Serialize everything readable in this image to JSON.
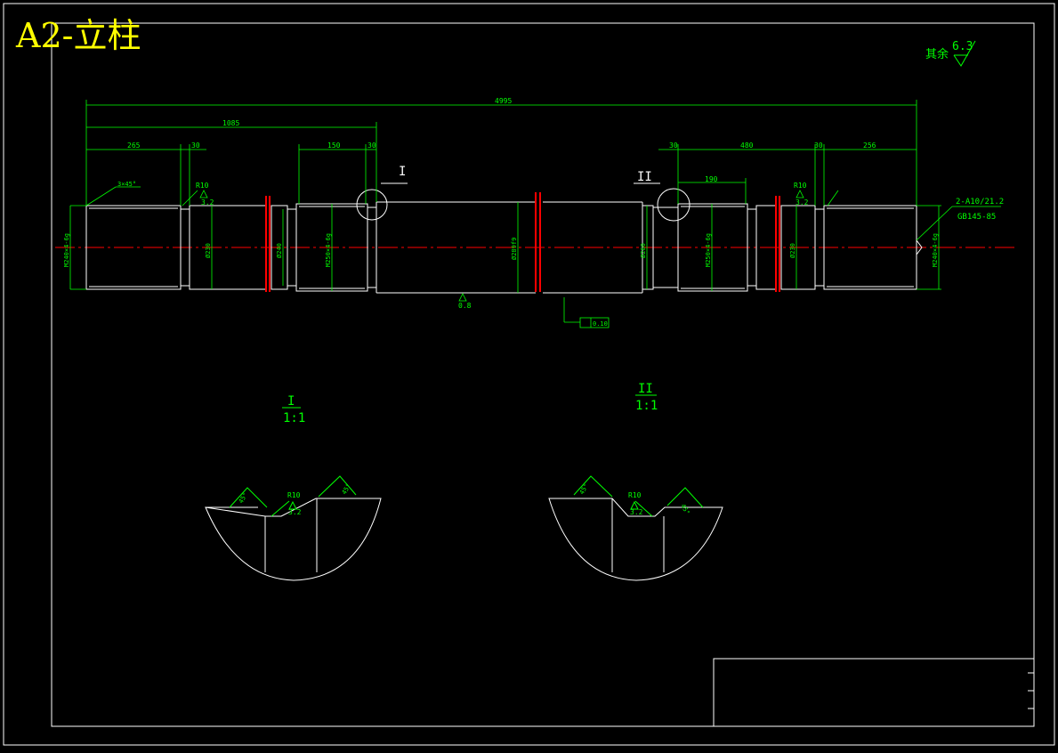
{
  "drawing_title": "A2-立柱",
  "roughness_note": {
    "prefix": "其余",
    "value": "6.3"
  },
  "colors": {
    "outline": "#ffffff",
    "dimension": "#00ff00",
    "centerline": "#ff0000",
    "title": "#ffff00"
  },
  "dimensions": {
    "overall": "4995",
    "left_block": "1085",
    "d265": "265",
    "d30_a": "30",
    "d150": "150",
    "d30_b": "30",
    "d30_c": "30",
    "d480": "480",
    "d190": "190",
    "d30_d": "30",
    "d256": "256"
  },
  "labels": {
    "chamfer_left": "3×45°",
    "r10_left": "R10",
    "ra_left": "3.2",
    "r10_right": "R10",
    "ra_right": "3.2",
    "ra_mid": "0.8",
    "center_hole": "2-A10/21.2",
    "center_std": "GB145-85",
    "detail_mark_1": "I",
    "detail_mark_2": "II",
    "tolerance_box": "0.10"
  },
  "diameters": {
    "thread_left": "M240×4-6g",
    "dia230_left": "Ø230",
    "dia240": "Ø240",
    "thread_mid_left": "M250×4-6g",
    "dia289": "Ø289f9",
    "dia260": "Ø260",
    "thread_mid_right": "M250×4-6g",
    "dia230_right": "Ø230",
    "thread_right": "M240×4-6g"
  },
  "detail_views": [
    {
      "roman": "I",
      "scale": "1:1",
      "r10": "R10",
      "ra": "3.2",
      "angle_a": "45°",
      "angle_b": "45°"
    },
    {
      "roman": "II",
      "scale": "1:1",
      "r10": "R10",
      "ra": "3.2",
      "angle_a": "45°",
      "angle_b": "45°"
    }
  ]
}
